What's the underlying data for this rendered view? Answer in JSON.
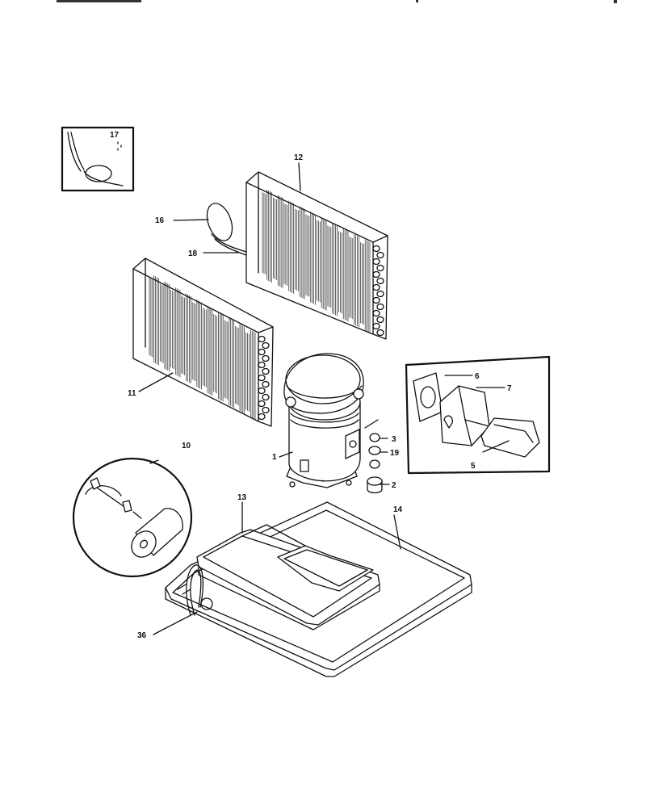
{
  "colors": {
    "line": "#111111",
    "background": "#ffffff"
  },
  "labels": {
    "p1": "1",
    "p2": "2",
    "p3": "3",
    "p5": "5",
    "p6": "6",
    "p7": "7",
    "p10": "10",
    "p11": "11",
    "p12": "12",
    "p13": "13",
    "p14": "14",
    "p16": "16",
    "p17": "17",
    "p18": "18",
    "p19": "19",
    "p36": "36"
  }
}
